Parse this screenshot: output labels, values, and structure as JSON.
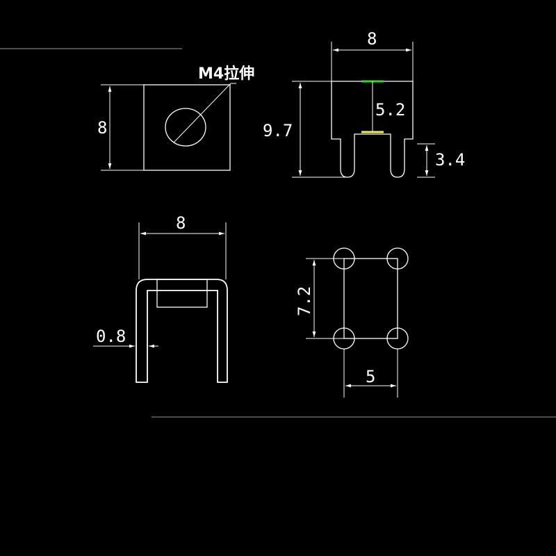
{
  "colors": {
    "background": "#000000",
    "line": "#ffffff",
    "highlight_green": "#39d62a",
    "highlight_yellow": "#f2f25a",
    "rule_grey": "#7a7a7a"
  },
  "top_view": {
    "callout_label": "M4拉伸",
    "height_dim": "8"
  },
  "front_view": {
    "width_dim": "8",
    "inner_height_dim": "5.2",
    "total_height_dim": "9.7",
    "pin_length_dim": "3.4"
  },
  "side_view": {
    "width_dim": "8",
    "thickness_dim": "0.8"
  },
  "hole_pattern": {
    "pitch_vertical_dim": "7.2",
    "pitch_horizontal_dim": "5"
  }
}
